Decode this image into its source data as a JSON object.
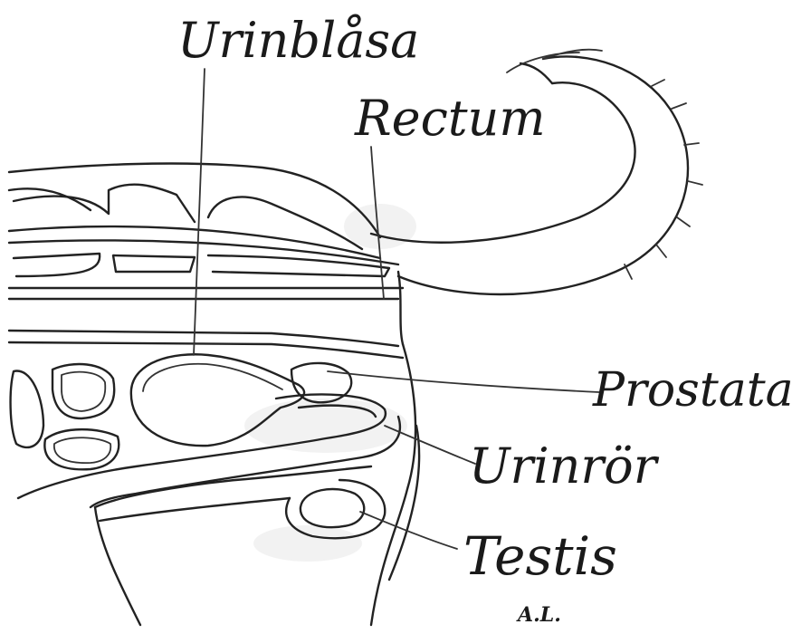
{
  "labels": {
    "urinblasa": "Urinblåsa",
    "rectum": "Rectum",
    "prostata": "Prostata",
    "urinror": "Urinrör",
    "testis": "Testis"
  },
  "signature": "A.L.",
  "colors": {
    "ink": "#222222",
    "background": "#ffffff"
  }
}
